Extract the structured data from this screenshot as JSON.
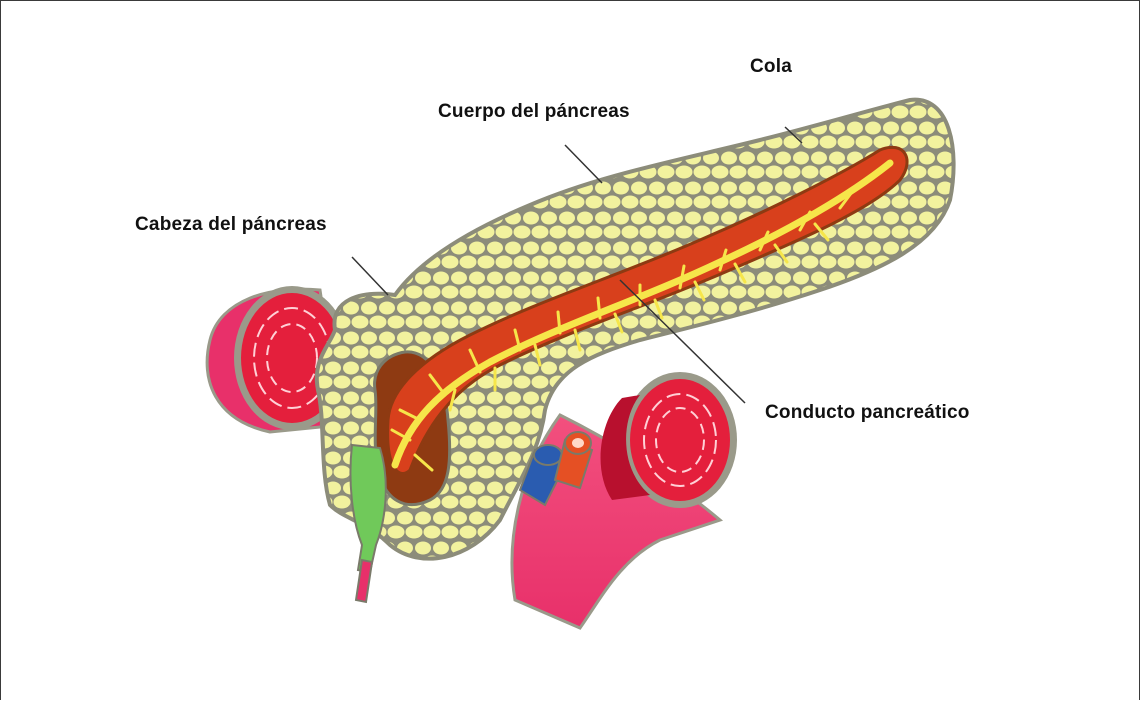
{
  "labels": {
    "cola": "Cola",
    "cuerpo": "Cuerpo del páncreas",
    "cabeza": "Cabeza del páncreas",
    "conducto": "Conducto pancreático"
  },
  "colors": {
    "lobule_fill": "#f2f29e",
    "lobule_outline": "#8c8c7a",
    "duct_wall": "#d8401c",
    "duct_dark": "#8e3a12",
    "duct_yellow": "#f6e64a",
    "duodenum_red": "#e41f3c",
    "vessel_pink": "#ea3f78",
    "vein_blue": "#2a5cb0",
    "artery_orange": "#e55024",
    "bile_green": "#70c95a"
  }
}
